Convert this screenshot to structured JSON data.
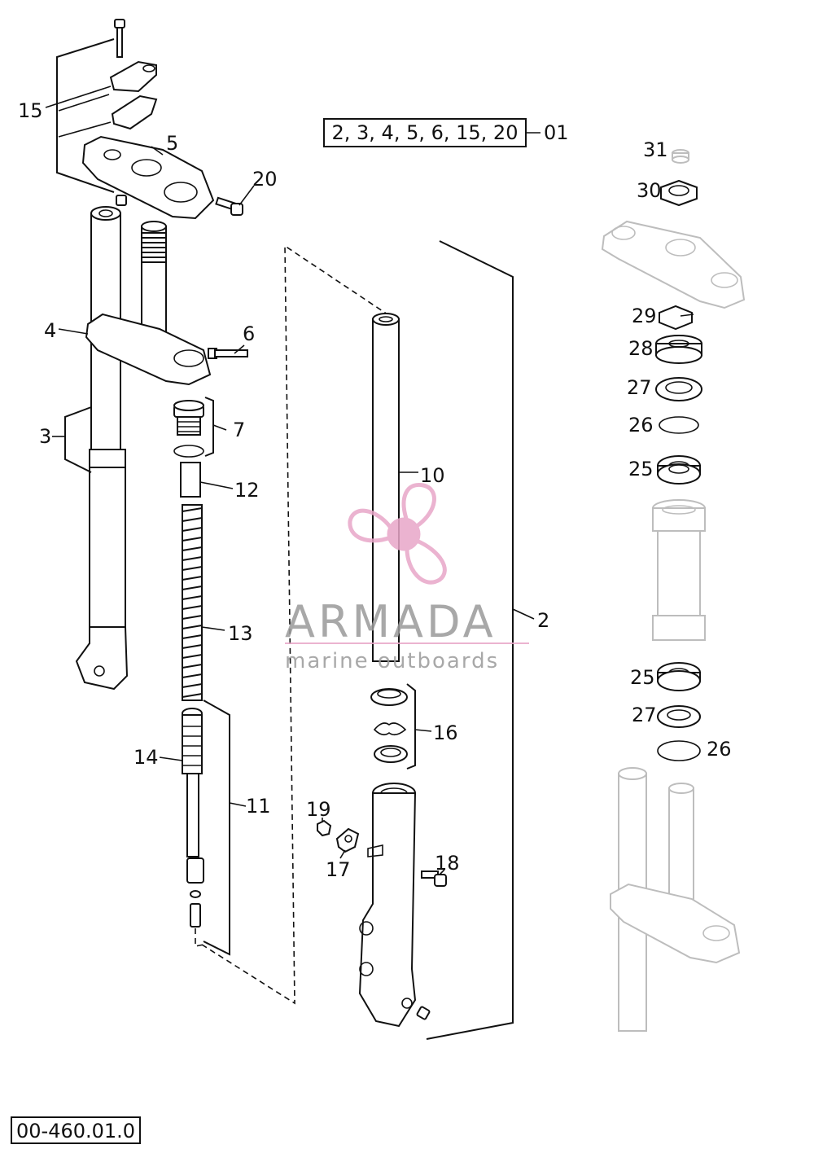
{
  "assembly_box": {
    "text": "2, 3, 4, 5, 6, 15, 20",
    "suffix": "01"
  },
  "callouts": {
    "c2": "2",
    "c3": "3",
    "c4": "4",
    "c5": "5",
    "c6": "6",
    "c7": "7",
    "c10": "10",
    "c11": "11",
    "c12": "12",
    "c13": "13",
    "c14": "14",
    "c15": "15",
    "c16": "16",
    "c17": "17",
    "c18": "18",
    "c19": "19",
    "c20": "20",
    "c25a": "25",
    "c25b": "25",
    "c26a": "26",
    "c26b": "26",
    "c27a": "27",
    "c27b": "27",
    "c28": "28",
    "c29": "29",
    "c30": "30",
    "c31": "31"
  },
  "watermark": {
    "brand": "ARMADA",
    "tagline": "marine outboards",
    "color": "#e8a6c8"
  },
  "diagram_code": "00-460.01.0"
}
